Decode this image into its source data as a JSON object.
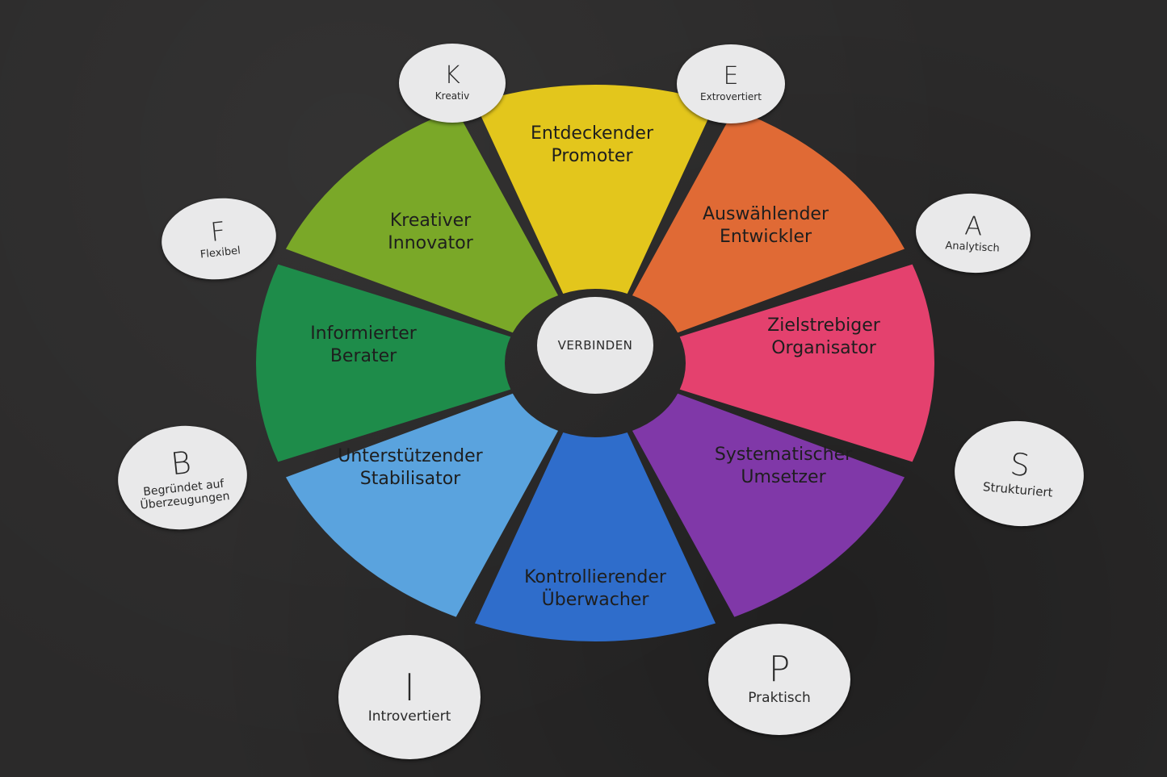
{
  "center": {
    "label": "VERBINDEN"
  },
  "segments": [
    {
      "line1": "Entdeckender",
      "line2": "Promoter",
      "color": "#e3c61c"
    },
    {
      "line1": "Auswählender",
      "line2": "Entwickler",
      "color": "#e06a35"
    },
    {
      "line1": "Zielstrebiger",
      "line2": "Organisator",
      "color": "#e4416e"
    },
    {
      "line1": "Systematischer",
      "line2": "Umsetzer",
      "color": "#8038a8"
    },
    {
      "line1": "Kontrollierender",
      "line2": "Überwacher",
      "color": "#2f6dcb"
    },
    {
      "line1": "Unterstützender",
      "line2": "Stabilisator",
      "color": "#5aa3de"
    },
    {
      "line1": "Informierter",
      "line2": "Berater",
      "color": "#1e8c4a"
    },
    {
      "line1": "Kreativer",
      "line2": "Innovator",
      "color": "#7aa828"
    }
  ],
  "discs": [
    {
      "letter": "K",
      "word": "Kreativ"
    },
    {
      "letter": "E",
      "word": "Extrovertiert"
    },
    {
      "letter": "A",
      "word": "Analytisch"
    },
    {
      "letter": "S",
      "word": "Strukturiert"
    },
    {
      "letter": "P",
      "word": "Praktisch"
    },
    {
      "letter": "I",
      "word": "Introvertiert"
    },
    {
      "letter": "B",
      "word": "Begründet auf Überzeugungen"
    },
    {
      "letter": "F",
      "word": "Flexibel"
    }
  ]
}
